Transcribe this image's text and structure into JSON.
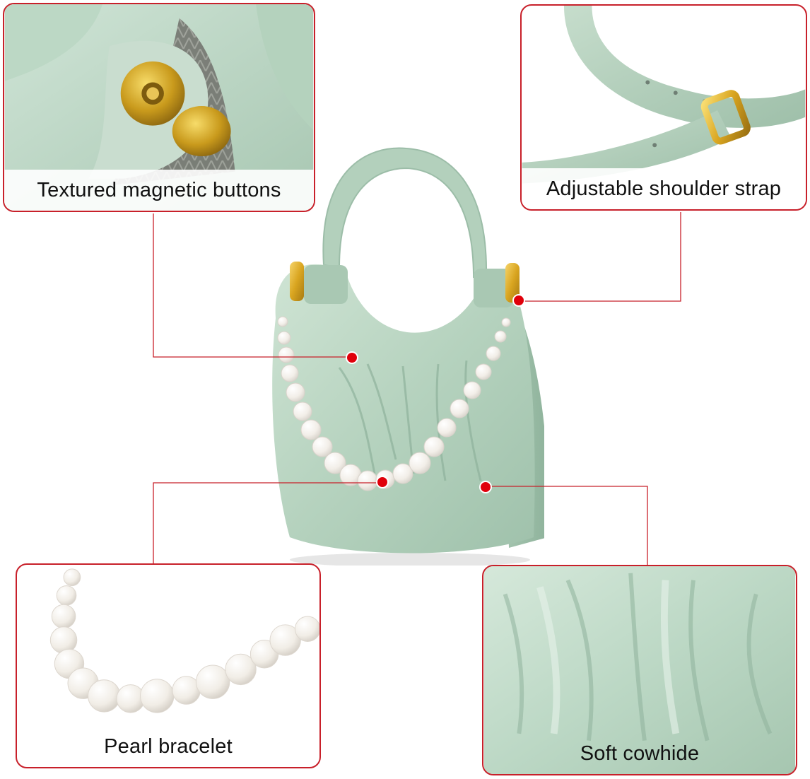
{
  "features": {
    "magnetic": {
      "label": "Textured magnetic buttons",
      "icon": "magnetic-button-photo-icon"
    },
    "strap": {
      "label": "Adjustable shoulder strap",
      "icon": "shoulder-strap-photo-icon"
    },
    "pearl": {
      "label": "Pearl bracelet",
      "icon": "pearl-bracelet-photo-icon"
    },
    "cowhide": {
      "label": "Soft cowhide",
      "icon": "cowhide-texture-photo-icon"
    }
  },
  "product": {
    "icon": "handbag-photo-icon"
  },
  "colors": {
    "accent": "#c8202a",
    "leader_dot": "#e0000b",
    "bag_mint": "#b9d6c3",
    "gold": "#d9a520",
    "pearl": "#f6f3ee"
  }
}
